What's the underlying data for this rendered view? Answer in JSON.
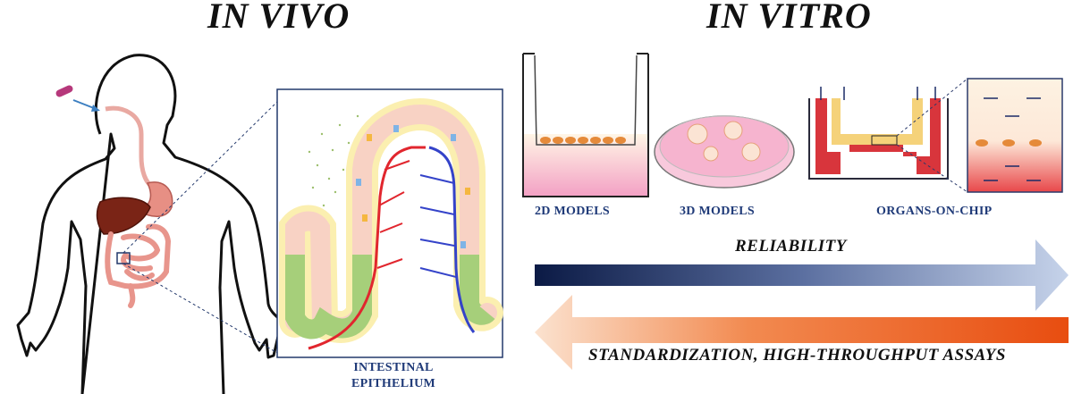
{
  "headings": {
    "in_vivo": "IN VIVO",
    "in_vitro": "IN VITRO"
  },
  "models": {
    "model_2d": "2D MODELS",
    "model_3d": "3D MODELS",
    "organs_on_chip": "ORGANS-ON-CHIP"
  },
  "epithelium": {
    "line1": "INTESTINAL",
    "line2": "EPITHELIUM"
  },
  "arrows": {
    "reliability": "RELIABILITY",
    "standardization": "STANDARDIZATION, HIGH-THROUGHPUT ASSAYS"
  },
  "colors": {
    "reliability_dark": "#0b1a45",
    "reliability_light": "#b8c8e4",
    "standardization_dark": "#e84d10",
    "standardization_light": "#f6c9a6",
    "label_blue": "#1f3a78"
  }
}
